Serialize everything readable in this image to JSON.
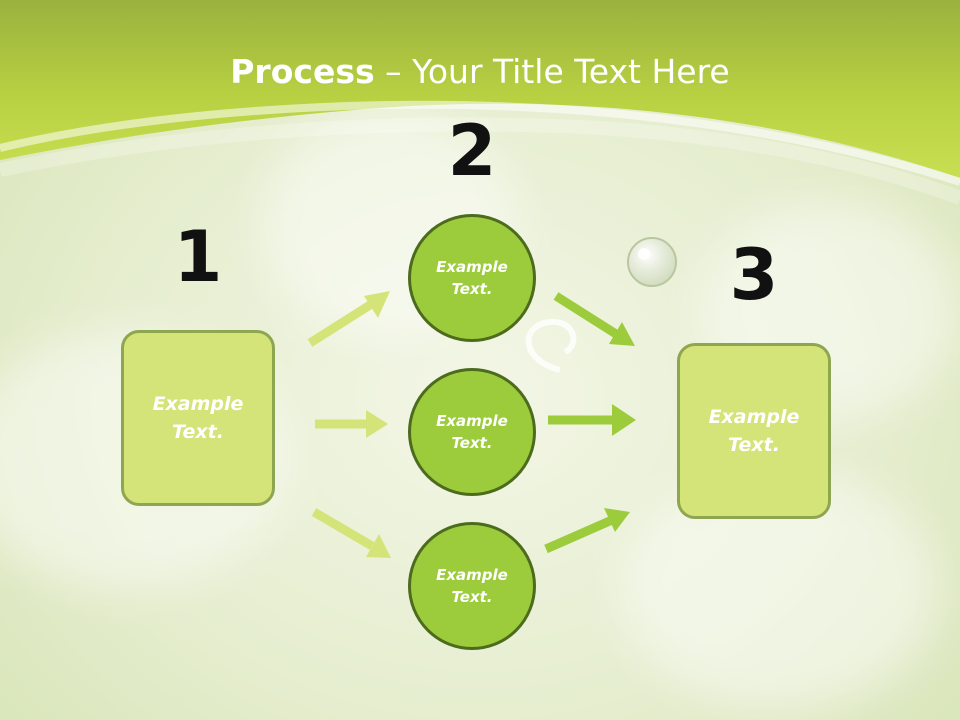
{
  "title": {
    "bold": "Process",
    "rest": " – Your Title Text Here"
  },
  "steps": {
    "one": "1",
    "two": "2",
    "three": "3"
  },
  "boxes": {
    "left": "Example Text.",
    "right": "Example Text."
  },
  "circles": {
    "top": "Example Text.",
    "middle": "Example Text.",
    "bottom": "Example Text."
  },
  "colors": {
    "header_green": "#c2da4a",
    "box_fill": "#d4e479",
    "circle_fill": "#9ccc3c",
    "arrow_light": "#d4e479",
    "arrow_dark": "#9ccc3c"
  }
}
